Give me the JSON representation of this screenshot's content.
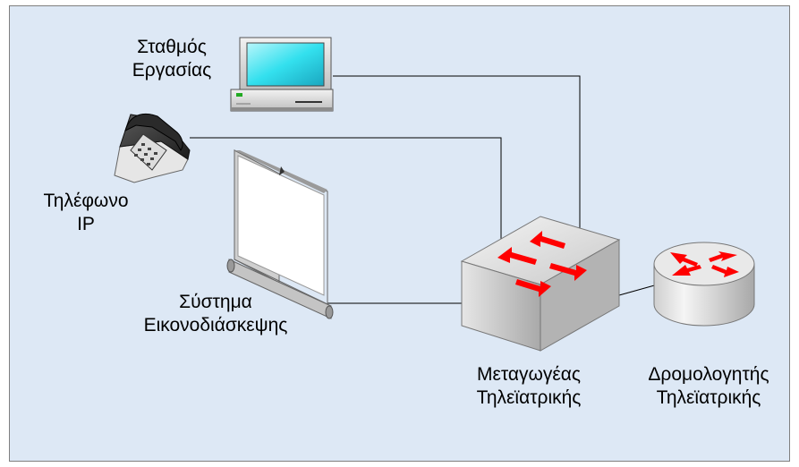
{
  "nodes": {
    "workstation": {
      "line1": "Σταθμός",
      "line2": "Εργασίας"
    },
    "phone": {
      "line1": "Τηλέφωνο",
      "line2": "IP"
    },
    "videoconf": {
      "line1": "Σύστημα",
      "line2": "Εικονοδιάσκεψης"
    },
    "switch": {
      "line1": "Μεταγωγέας",
      "line2": "Τηλεϊατρικής"
    },
    "router": {
      "line1": "Δρομολογητής",
      "line2": "Τηλεϊατρικής"
    }
  },
  "colors": {
    "background": "#dde8f5",
    "arrow": "#ff0000",
    "screen": "#33e0ee"
  }
}
